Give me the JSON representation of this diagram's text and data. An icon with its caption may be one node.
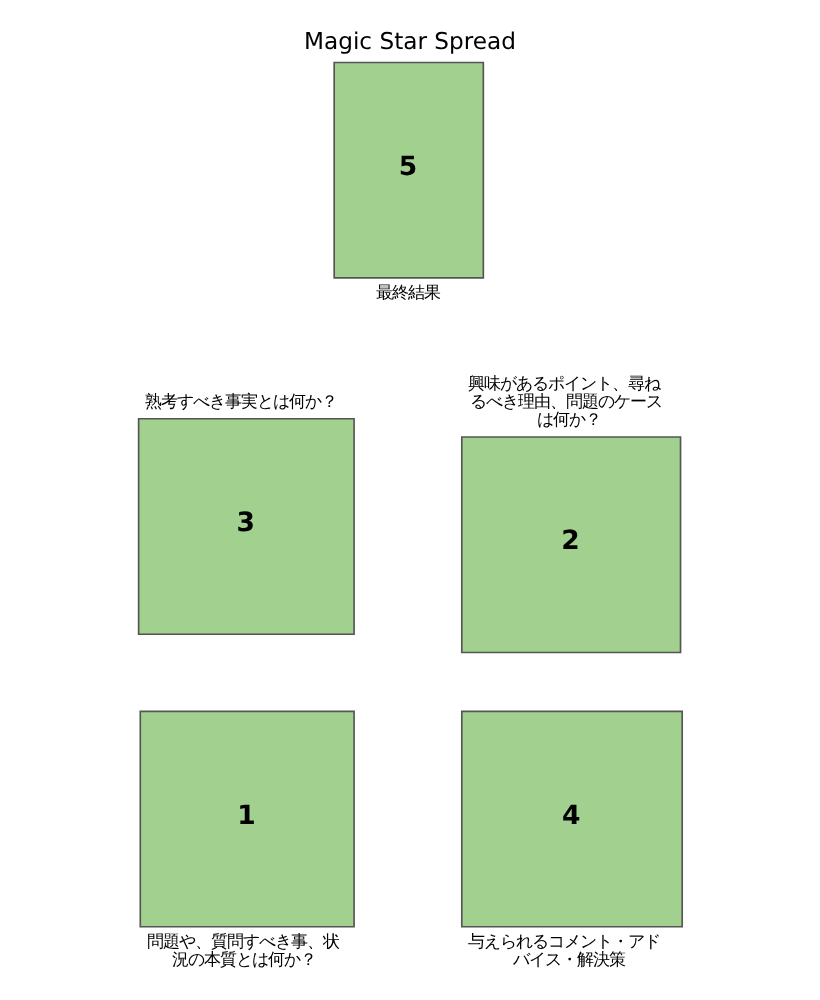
{
  "diagram": {
    "title": "Magic Star Spread",
    "nodes": [
      {
        "text": [
          "5"
        ],
        "beside": [
          "最終結果"
        ]
      },
      {
        "text": [
          "3"
        ],
        "beside": [
          "熟考すべき事実とは何か？"
        ]
      },
      {
        "text": [
          "2"
        ],
        "beside": [
          "興味があるポイント、尋ねるべき理由、問題のケースは何か？"
        ]
      },
      {
        "text": [
          "1"
        ],
        "beside": [
          "問題や、質問すべき事、状況の本質とは何か？"
        ]
      },
      {
        "text": [
          "4"
        ],
        "beside": [
          "与えられるコメント・アドバイス・解決策"
        ]
      }
    ]
  }
}
